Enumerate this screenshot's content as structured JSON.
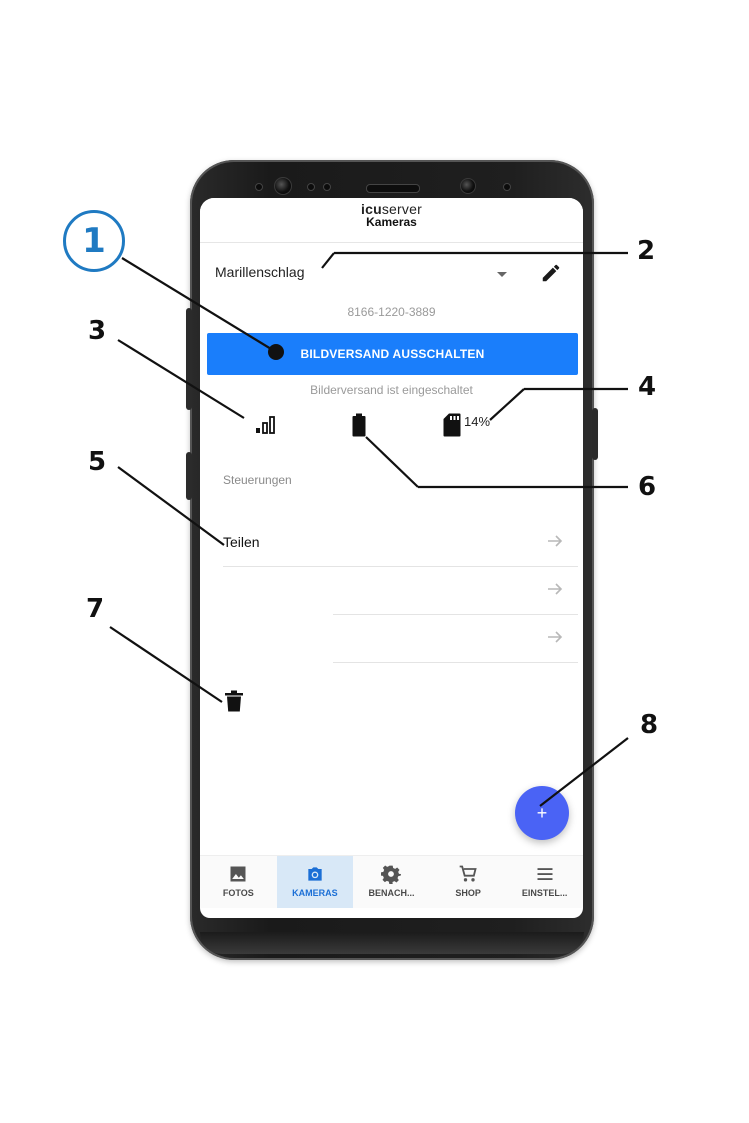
{
  "app": {
    "brand_bold": "icu",
    "brand_rest": "server",
    "title": "Kameras"
  },
  "camera": {
    "name": "Marillenschlag",
    "id": "8166-1220-3889"
  },
  "actions": {
    "primary_label": "BILDVERSAND AUSSCHALTEN",
    "status_text": "Bilderversand ist eingeschaltet"
  },
  "indicators": {
    "signal_icon": "signal-bars-icon",
    "battery_icon": "battery-icon",
    "sd_icon": "sd-card-icon",
    "sd_percent": "14%"
  },
  "controls": {
    "section_title": "Steuerungen",
    "rows": [
      {
        "label": "Teilen"
      },
      {
        "label": ""
      },
      {
        "label": ""
      }
    ]
  },
  "fab": {
    "label": "+"
  },
  "nav": {
    "items": [
      {
        "label": "FOTOS",
        "icon": "image-icon",
        "active": false
      },
      {
        "label": "KAMERAS",
        "icon": "camera-icon",
        "active": true
      },
      {
        "label": "BENACH...",
        "icon": "gear-icon",
        "active": false
      },
      {
        "label": "SHOP",
        "icon": "cart-icon",
        "active": false
      },
      {
        "label": "EINSTEL...",
        "icon": "menu-icon",
        "active": false
      }
    ]
  },
  "annotations": {
    "n1": "1",
    "n2": "2",
    "n3": "3",
    "n4": "4",
    "n5": "5",
    "n6": "6",
    "n7": "7",
    "n8": "8"
  },
  "colors": {
    "primary": "#1a7efb",
    "fab": "#4a63f5",
    "nav_active_bg": "#d8e8f7",
    "nav_active_text": "#1b6fd6",
    "callout_circle": "#1f7ac2"
  }
}
